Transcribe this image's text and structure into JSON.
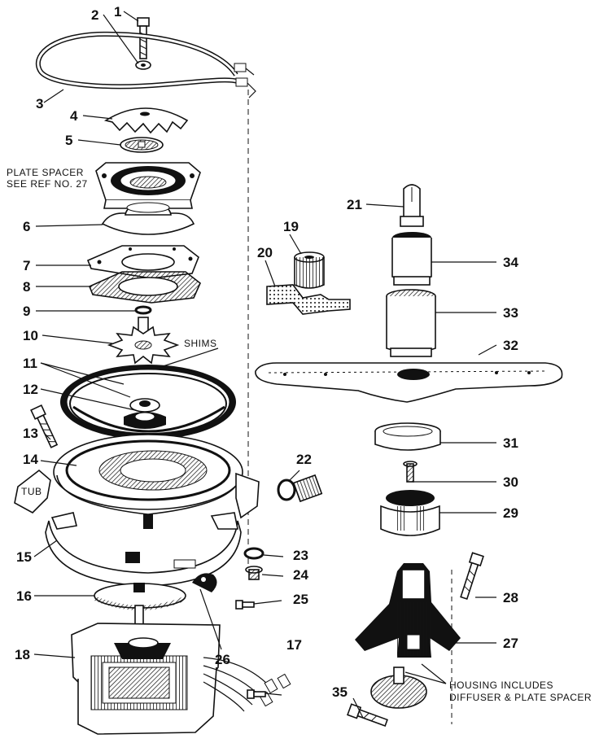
{
  "diagram": {
    "callouts": [
      "1",
      "2",
      "3",
      "4",
      "5",
      "6",
      "7",
      "8",
      "9",
      "10",
      "11",
      "12",
      "13",
      "14",
      "15",
      "16",
      "17",
      "18",
      "19",
      "20",
      "21",
      "22",
      "23",
      "24",
      "25",
      "26",
      "27",
      "28",
      "29",
      "30",
      "31",
      "32",
      "33",
      "34",
      "35"
    ],
    "notes": {
      "plate_spacer_1": "PLATE SPACER",
      "plate_spacer_2": "SEE REF NO. 27",
      "shims": "SHIMS",
      "tub": "TUB",
      "housing_1": "HOUSING INCLUDES",
      "housing_2": "DIFFUSER & PLATE SPACER"
    }
  }
}
